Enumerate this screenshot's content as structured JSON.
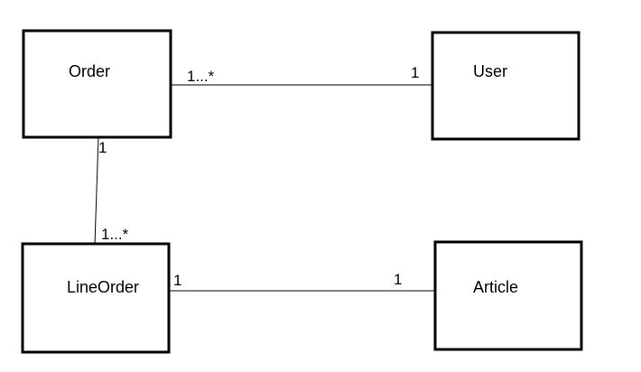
{
  "entities": {
    "order": "Order",
    "user": "User",
    "line_order": "LineOrder",
    "article": "Article"
  },
  "associations": {
    "order_user": {
      "order_end": "1...*",
      "user_end": "1"
    },
    "order_lineorder": {
      "order_end": "1",
      "lineorder_end": "1...*"
    },
    "lineorder_article": {
      "lineorder_end": "1",
      "article_end": "1"
    }
  }
}
